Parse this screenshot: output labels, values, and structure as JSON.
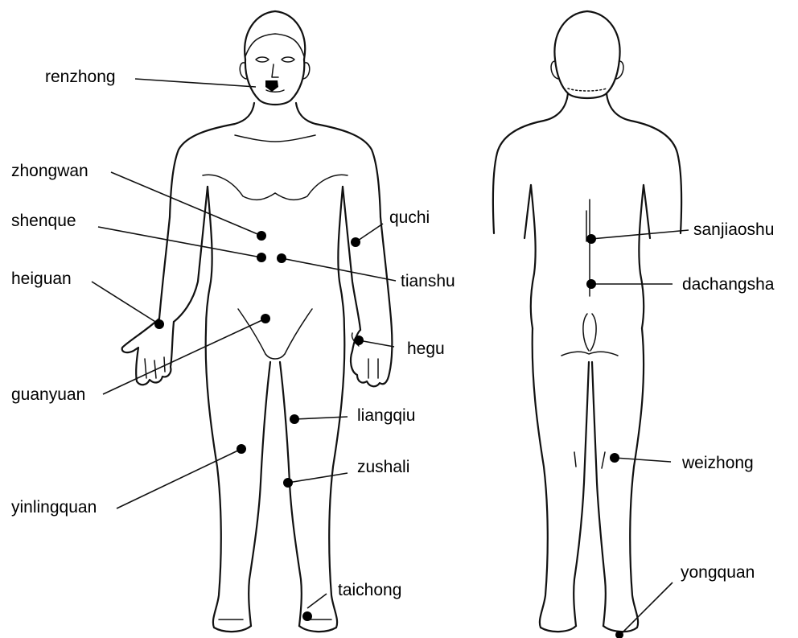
{
  "colors": {
    "ink": "#111111",
    "background": "#ffffff"
  },
  "front_points": [
    {
      "id": "renzhong",
      "label": "renzhong"
    },
    {
      "id": "zhongwan",
      "label": "zhongwan"
    },
    {
      "id": "shenque",
      "label": "shenque"
    },
    {
      "id": "heiguan",
      "label": "heiguan"
    },
    {
      "id": "guanyuan",
      "label": "guanyuan"
    },
    {
      "id": "yinlingquan",
      "label": "yinlingquan"
    },
    {
      "id": "quchi",
      "label": "quchi"
    },
    {
      "id": "tianshu",
      "label": "tianshu"
    },
    {
      "id": "hegu",
      "label": "hegu"
    },
    {
      "id": "liangqiu",
      "label": "liangqiu"
    },
    {
      "id": "zushali",
      "label": "zushali"
    },
    {
      "id": "taichong",
      "label": "taichong"
    }
  ],
  "back_points": [
    {
      "id": "sanjiaoshu",
      "label": "sanjiaoshu"
    },
    {
      "id": "dachangsha",
      "label": "dachangsha"
    },
    {
      "id": "weizhong",
      "label": "weizhong"
    },
    {
      "id": "yongquan",
      "label": "yongquan"
    }
  ]
}
